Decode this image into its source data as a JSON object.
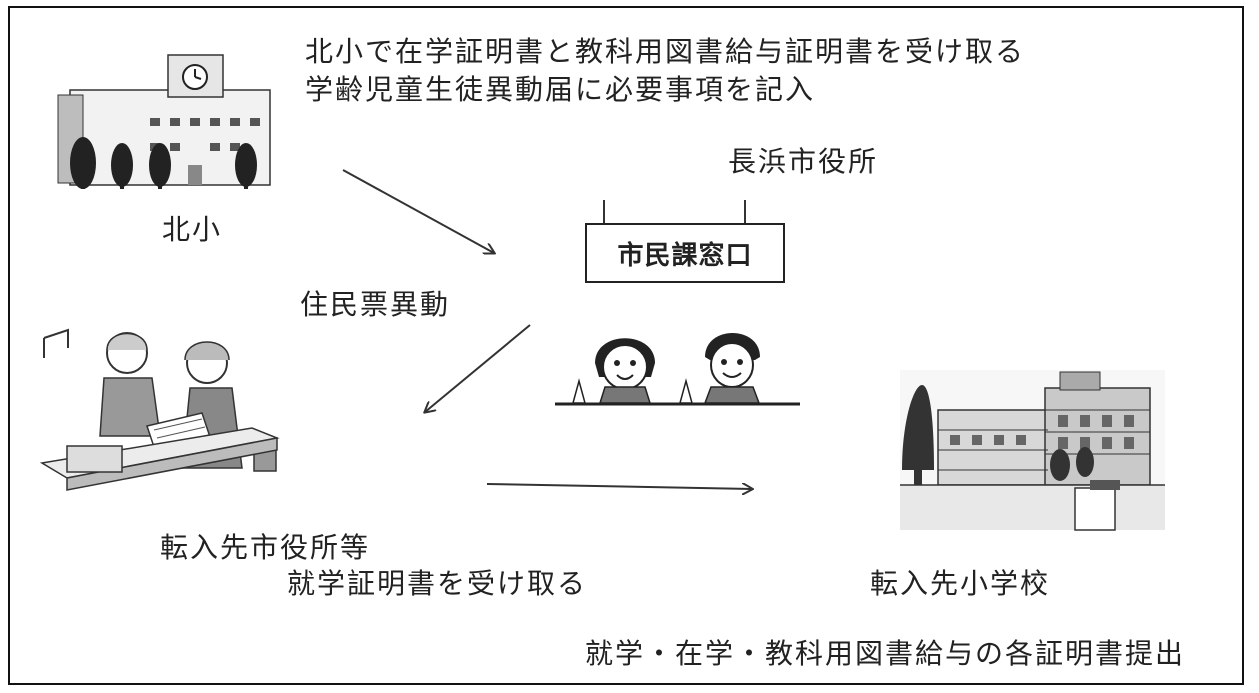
{
  "texts": {
    "line1": "北小で在学証明書と教科用図書給与証明書を受け取る",
    "line2": "学齢児童生徒異動届に必要事項を記入",
    "kitasho": "北小",
    "city_hall": "長浜市役所",
    "counter": "市民課窓口",
    "residence_change": "住民票異動",
    "transfer_office": "転入先市役所等",
    "receive_cert": "就学証明書を受け取る",
    "new_school": "転入先小学校",
    "submit": "就学・在学・教科用図書給与の各証明書提出"
  },
  "icons": {
    "school": "school-building-icon",
    "clerks": "counter-staff-icon",
    "office": "office-counter-icon",
    "new_school": "new-school-building-icon"
  }
}
